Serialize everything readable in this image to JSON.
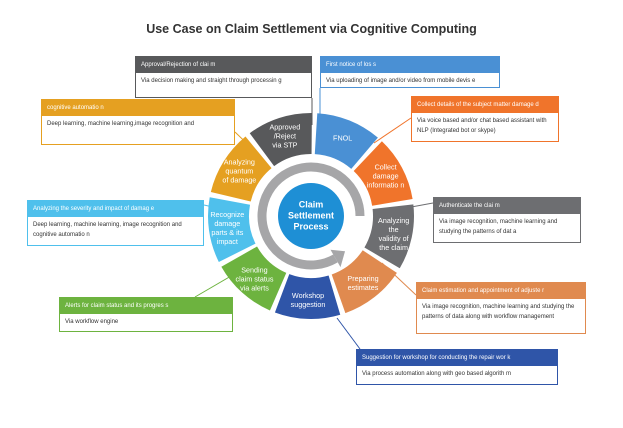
{
  "title": "Use Case on Claim Settlement via Cognitive Computing",
  "center": {
    "lines": [
      "Claim",
      "Settlement",
      "Process"
    ],
    "color": "#1e8fd5",
    "ring_color": "#a6a6a8"
  },
  "segments": [
    {
      "id": "fnol",
      "lines": [
        "FNOL"
      ],
      "color": "#4a90d4"
    },
    {
      "id": "collect",
      "lines": [
        "Collect",
        "damage",
        "informatio n"
      ],
      "color": "#f0742b"
    },
    {
      "id": "validity",
      "lines": [
        "Analyzing",
        "the",
        "validity of",
        "the claim"
      ],
      "color": "#6d6e71"
    },
    {
      "id": "estimates",
      "lines": [
        "Preparing",
        "estimates"
      ],
      "color": "#e08a4f"
    },
    {
      "id": "workshop",
      "lines": [
        "Workshop",
        "suggestion"
      ],
      "color": "#2f55a8"
    },
    {
      "id": "alerts",
      "lines": [
        "Sending",
        "claim status",
        "via alerts"
      ],
      "color": "#6db33f"
    },
    {
      "id": "recognize",
      "lines": [
        "Recognize",
        "damage",
        "parts & its",
        "impact"
      ],
      "color": "#4fc0ec"
    },
    {
      "id": "quantum",
      "lines": [
        "Analyzing",
        "quantum",
        "of damage"
      ],
      "color": "#e5a021"
    },
    {
      "id": "approved",
      "lines": [
        "Approved",
        "/Reject",
        "via STP"
      ],
      "color": "#58595b"
    }
  ],
  "callouts": {
    "approval": {
      "header": "Approval/Rejection of clai m",
      "body": "Via decision making and straight through processin g",
      "color": "#58595b"
    },
    "fnol": {
      "header": "First notice of los s",
      "body": "Via uploading of image and/or video from mobile devis e",
      "color": "#4a90d4"
    },
    "collect": {
      "header": "Collect details of the subject matter damage d",
      "body": "Via voice based and/or chat based assistant with NLP (Integrated bot or skype)",
      "color": "#f0742b"
    },
    "cognitive": {
      "header": "cognitive automatio n",
      "body": "Deep learning, machine learning,image recognition and",
      "color": "#e5a021"
    },
    "authenticate": {
      "header": "Authenticate the clai m",
      "body": "Via image recognition, machine learning and studying the patterns of dat a",
      "color": "#6d6e71"
    },
    "severity": {
      "header": "Analyzing the severity and impact of damag e",
      "body": "Deep learning, machine learning, image recognition and cognitive automatio n",
      "color": "#4fc0ec"
    },
    "estimation": {
      "header": "Claim estimation and appointment of adjuste r",
      "body": "Via image recognition, machine learning and studying the patterns of data along with workflow management",
      "color": "#e08a4f"
    },
    "alerts": {
      "header": "Alerts for claim status and its progres s",
      "body": "Via workflow engine",
      "color": "#6db33f"
    },
    "workshop": {
      "header": "Suggestion for workshop for conducting the repair wor k",
      "body": "Via process automation along with geo based algorith m",
      "color": "#2f55a8"
    }
  }
}
